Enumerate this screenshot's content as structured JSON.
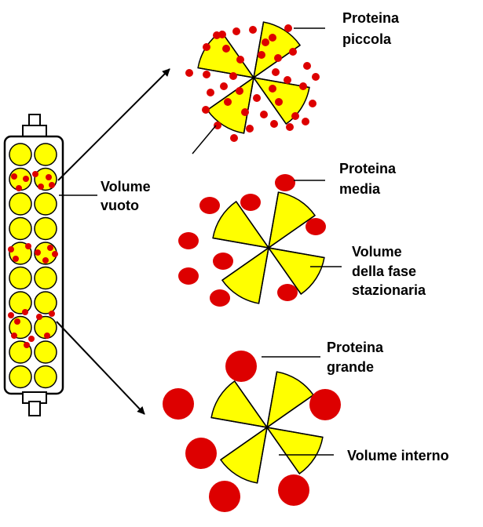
{
  "labels": {
    "small_protein": [
      "Proteina",
      "piccola"
    ],
    "void_volume": [
      "Volume",
      "vuoto"
    ],
    "medium_protein": [
      "Proteina",
      "media"
    ],
    "stationary_volume": [
      "Volume",
      "della fase",
      "stazionaria"
    ],
    "large_protein": [
      "Proteina",
      "grande"
    ],
    "internal_volume": [
      "Volume interno"
    ]
  },
  "colors": {
    "bead_fill": "#ffff00",
    "protein_red": "#dd0000",
    "outline": "#000000"
  }
}
